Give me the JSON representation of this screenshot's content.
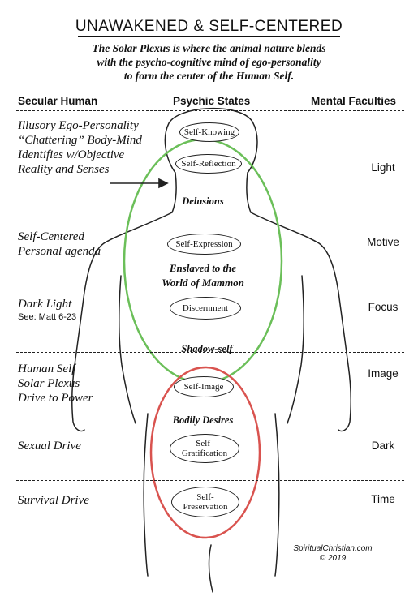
{
  "title": "UNAWAKENED & SELF-CENTERED",
  "subtitle": [
    "The Solar Plexus is where the animal nature blends",
    "with the psycho-cognitive mind of  ego-personality",
    "to form the center of the Human Self."
  ],
  "columns": {
    "left": "Secular Human",
    "middle": "Psychic States",
    "right": "Mental Faculties"
  },
  "left_labels": {
    "ego": [
      "Illusory Ego-Personality",
      "“Chattering” Body-Mind",
      "Identifies w/Objective",
      "Reality and Senses"
    ],
    "self_centered": [
      "Self-Centered",
      "Personal agenda"
    ],
    "dark_light": "Dark Light",
    "dark_light_note": "See: Matt 6-23",
    "human_self": [
      "Human Self",
      "Solar Plexus",
      "Drive  to Power"
    ],
    "sexual": "Sexual Drive",
    "survival": "Survival Drive"
  },
  "right_labels": {
    "light": "Light",
    "motive": "Motive",
    "focus": "Focus",
    "image": "Image",
    "dark": "Dark",
    "time": "Time"
  },
  "states": {
    "self_knowing": "Self-Knowing",
    "self_reflection": "Self-Reflection",
    "delusions": "Delusions",
    "self_expression": "Self-Expression",
    "enslaved": [
      "Enslaved to the",
      "World of Mammon"
    ],
    "discernment": "Discernment",
    "shadow_self": "Shadow-self",
    "self_image": "Self-Image",
    "bodily_desires": "Bodily Desires",
    "self_gratification": [
      "Self-",
      "Gratification"
    ],
    "self_preservation": [
      "Self-",
      "Preservation"
    ]
  },
  "footer": [
    "SpiritualChristian.com",
    "© 2019"
  ],
  "colors": {
    "green_oval": "#6bbf59",
    "red_oval": "#d9534f",
    "line": "#222222"
  }
}
